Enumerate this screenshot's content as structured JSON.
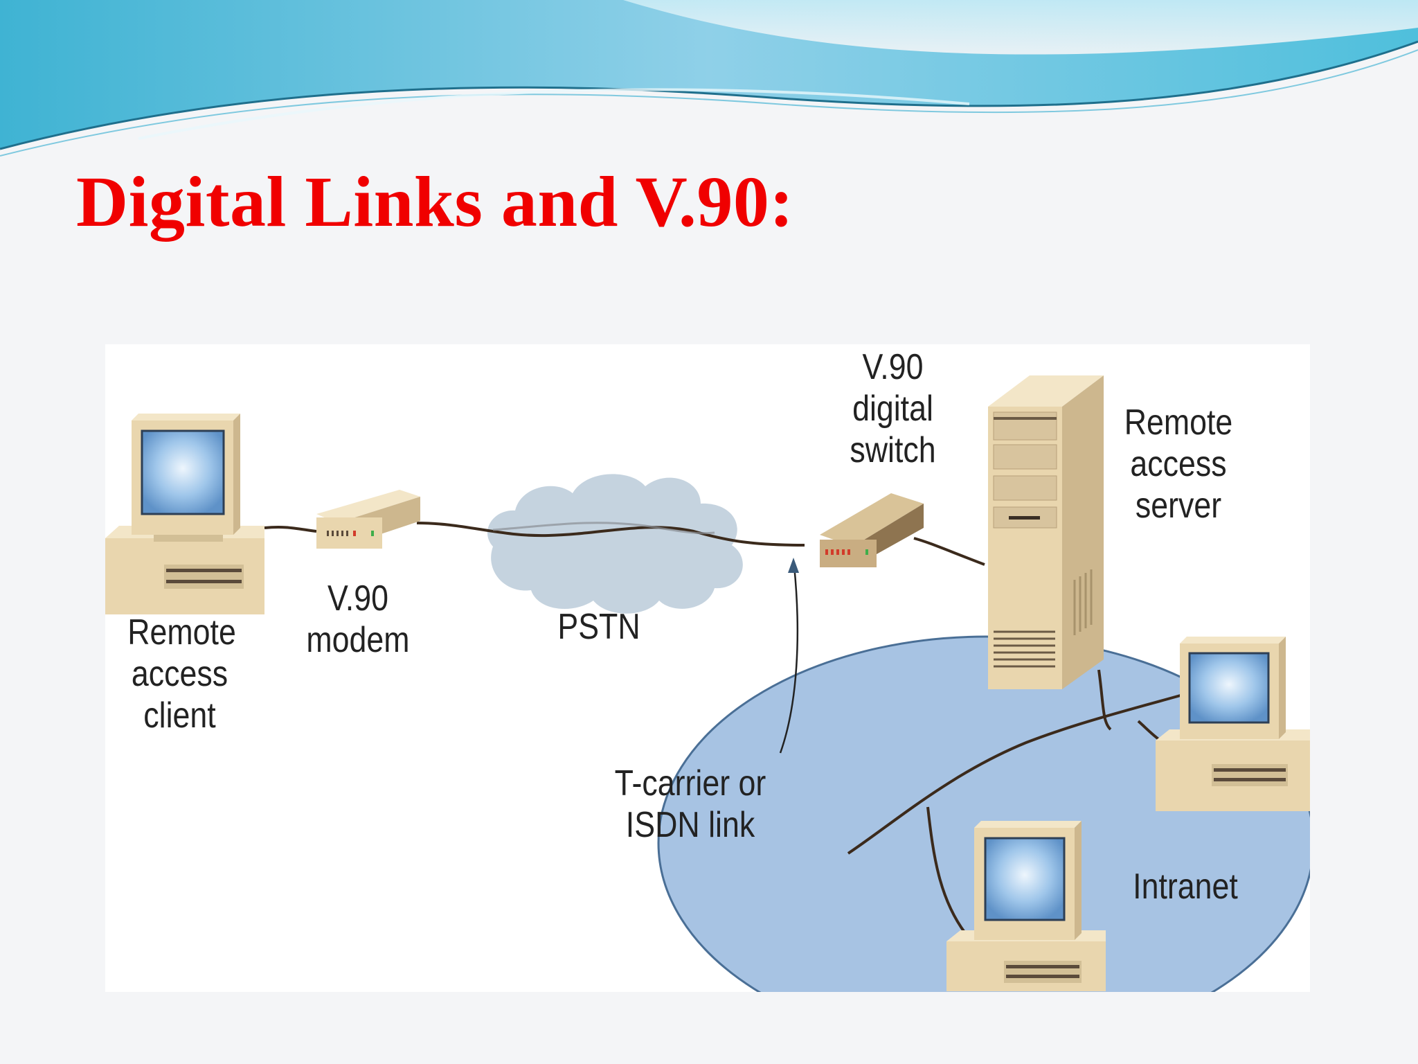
{
  "slide": {
    "title": "Digital Links and V.90:"
  },
  "diagram": {
    "labels": {
      "client": "Remote\naccess\nclient",
      "modem": "V.90\nmodem",
      "pstn": "PSTN",
      "switch": "V.90\ndigital\nswitch",
      "server": "Remote\naccess\nserver",
      "link": "T-carrier or\nISDN link",
      "intranet": "Intranet"
    },
    "icons": [
      "desktop-computer-icon",
      "modem-icon",
      "cloud-icon",
      "digital-switch-icon",
      "tower-server-icon"
    ]
  },
  "colors": {
    "title": "#f00000",
    "device_beige": "#e9d6ae",
    "intranet_fill": "#a7c3e3",
    "cloud_fill": "#c5d3df",
    "cable": "#3b2a1c",
    "wave_light": "#a9dff0",
    "wave_dark": "#3aa6c9"
  }
}
